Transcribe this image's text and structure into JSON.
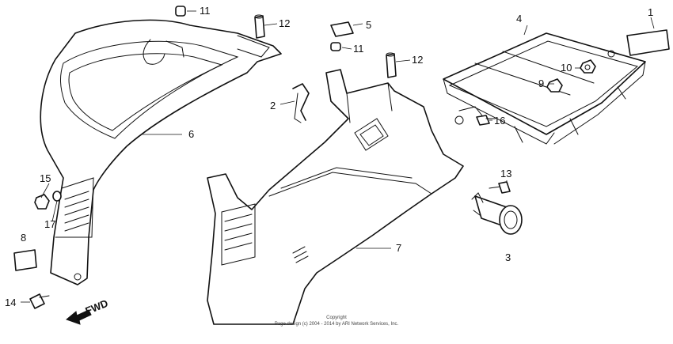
{
  "callouts": {
    "c1": "1",
    "c2": "2",
    "c3": "3",
    "c4": "4",
    "c5": "5",
    "c6": "6",
    "c7": "7",
    "c8": "8",
    "c9": "9",
    "c10": "10",
    "c11a": "11",
    "c11b": "11",
    "c12a": "12",
    "c12b": "12",
    "c13": "13",
    "c14": "14",
    "c15": "15",
    "c16": "16",
    "c17": "17"
  },
  "direction_label": "FWD",
  "copyright": {
    "line1": "Copyright",
    "line2": "Page design (c) 2004 - 2014 by ARI Network Services, Inc."
  }
}
